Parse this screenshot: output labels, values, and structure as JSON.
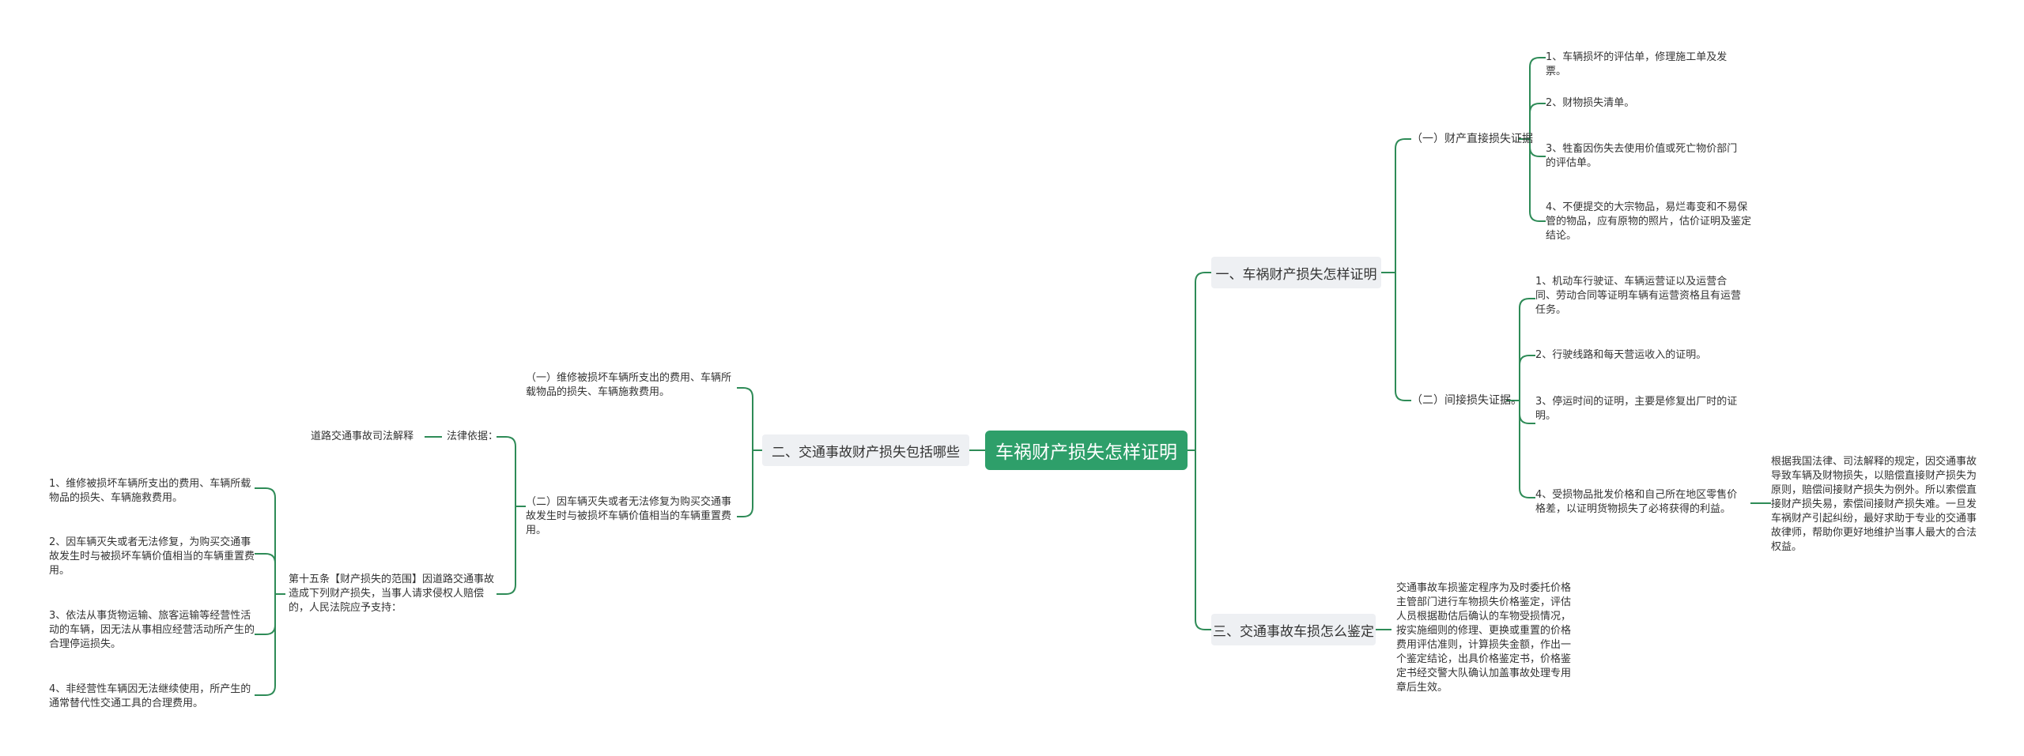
{
  "root": "车祸财产损失怎样证明",
  "branch1": {
    "label": "一、车祸财产损失怎样证明",
    "direct": {
      "label": "（一）财产直接损失证据",
      "items": [
        "1、车辆损坏的评估单，修理施工单及发票。",
        "2、财物损失清单。",
        "3、牲畜因伤失去使用价值或死亡物价部门的评估单。",
        "4、不便提交的大宗物品，易烂毒变和不易保管的物品，应有原物的照片，估价证明及鉴定结论。"
      ]
    },
    "indirect": {
      "label": "（二）间接损失证据。",
      "items": [
        "1、机动车行驶证、车辆运营证以及运营合同、劳动合同等证明车辆有运营资格且有运营任务。",
        "2、行驶线路和每天营运收入的证明。",
        "3、停运时间的证明，主要是修复出厂时的证明。",
        "4、受损物品批发价格和自己所在地区零售价格差，以证明货物损失了必将获得的利益。"
      ],
      "note": "根据我国法律、司法解释的规定，因交通事故导致车辆及财物损失，以赔偿直接财产损失为原则，赔偿间接财产损失为例外。所以索偿直接财产损失易，索偿间接财产损失难。一旦发车祸财产引起纠纷，最好求助于专业的交通事故律师，帮助你更好地维护当事人最大的合法权益。"
    }
  },
  "branch2": {
    "label": "二、交通事故财产损失包括哪些",
    "item1": "（一）维修被损坏车辆所支出的费用、车辆所载物品的损失、车辆施救费用。",
    "item2": "（二）因车辆灭失或者无法修复为购买交通事故发生时与被损坏车辆价值相当的车辆重置费用。",
    "legal_basis": "法律依据：",
    "judicial": "道路交通事故司法解释",
    "article": "第十五条【财产损失的范围】因道路交通事故造成下列财产损失，当事人请求侵权人赔偿的，人民法院应予支持：",
    "article_items": [
      "1、维修被损坏车辆所支出的费用、车辆所载物品的损失、车辆施救费用。",
      "2、因车辆灭失或者无法修复，为购买交通事故发生时与被损坏车辆价值相当的车辆重置费用。",
      "3、依法从事货物运输、旅客运输等经营性活动的车辆，因无法从事相应经营活动所产生的合理停运损失。",
      "4、非经营性车辆因无法继续使用，所产生的通常替代性交通工具的合理费用。"
    ]
  },
  "branch3": {
    "label": "三、交通事故车损怎么鉴定",
    "text": "交通事故车损鉴定程序为及时委托价格主管部门进行车物损失价格鉴定，评估人员根据勘估后确认的车物受损情况，按实施细则的修理、更换或重置的价格费用评估准则，计算损失金额，作出一个鉴定结论，出具价格鉴定书，价格鉴定书经交警大队确认加盖事故处理专用章后生效。"
  },
  "colors": {
    "root_bg": "#2e9f6a",
    "line": "#2e8b57",
    "branch_bg": "#eef0f3"
  }
}
